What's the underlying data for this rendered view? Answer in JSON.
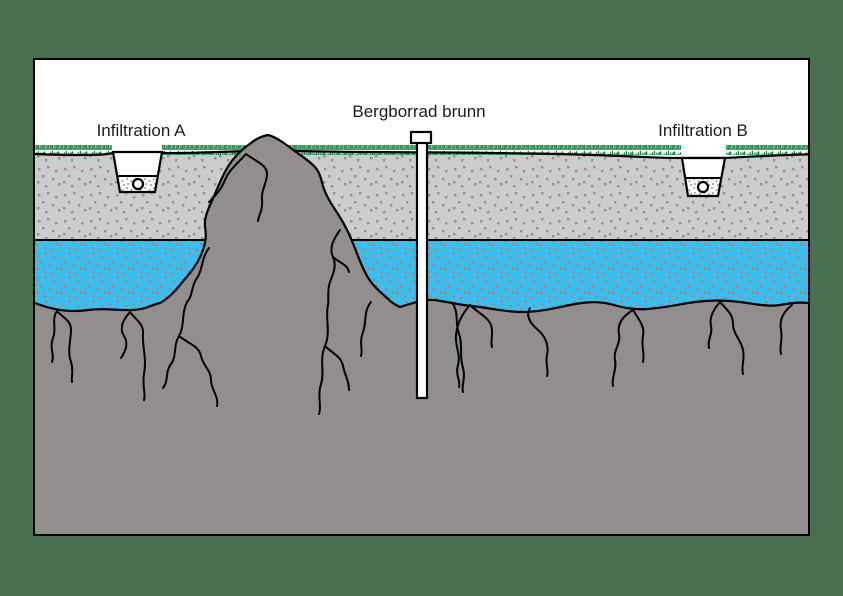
{
  "background_color": "#4a6f50",
  "diagram": {
    "labels": {
      "infiltration_a": "Infiltration A",
      "drilled_well": "Bergborrad brunn",
      "infiltration_b": "Infiltration B"
    },
    "colors": {
      "outline": "#000000",
      "sky": "#ffffff",
      "grass_dark": "#1e7a46",
      "grass_light": "#35a866",
      "soil": "#cccccc",
      "soil_dots": "#8f8f8f",
      "groundwater": "#3cbdee",
      "groundwater_dots": "#c0795f",
      "bedrock": "#928e8e",
      "gravel_dots": "#9a9a9a",
      "pit_fill": "#ffffff",
      "well_fill": "#ffffff",
      "label_text": "#1b1b1b"
    }
  }
}
